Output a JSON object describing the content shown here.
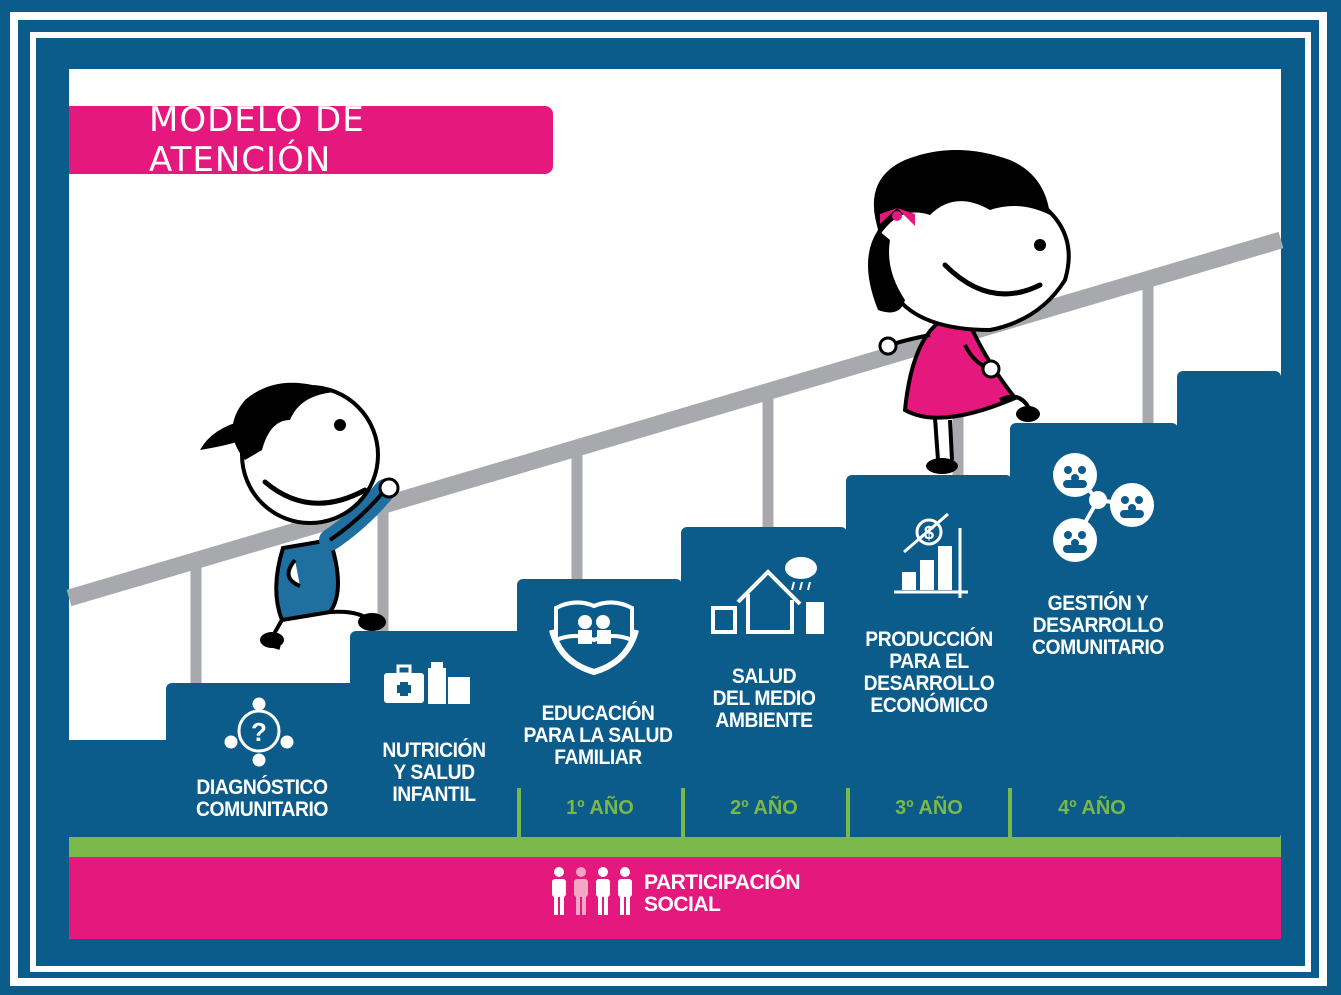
{
  "title": "MODELO DE ATENCIÓN",
  "steps": [
    {
      "label": "DIAGNÓSTICO\nCOMUNITARIO",
      "icon": "question-network-icon",
      "year": ""
    },
    {
      "label": "NUTRICIÓN\nY SALUD\nINFANTIL",
      "icon": "medkit-food-icon",
      "year": ""
    },
    {
      "label": "EDUCACIÓN\nPARA LA SALUD\nFAMILIAR",
      "icon": "family-book-hands-icon",
      "year": "1º AÑO"
    },
    {
      "label": "SALUD\nDEL MEDIO\nAMBIENTE",
      "icon": "house-rain-icon",
      "year": "2º AÑO"
    },
    {
      "label": "PRODUCCIÓN\nPARA EL\nDESARROLLO\nECONÓMICO",
      "icon": "money-chart-icon",
      "year": "3º AÑO"
    },
    {
      "label": "GESTIÓN Y\nDESARROLLO\nCOMUNITARIO",
      "icon": "community-groups-icon",
      "year": "4º AÑO"
    }
  ],
  "foundation": {
    "label": "PARTICIPACIÓN\nSOCIAL",
    "icon": "people-icon"
  },
  "colors": {
    "navy": "#0b5c8a",
    "magenta": "#e4187d",
    "green": "#7ab84a",
    "rail": "#a7a9ac"
  }
}
